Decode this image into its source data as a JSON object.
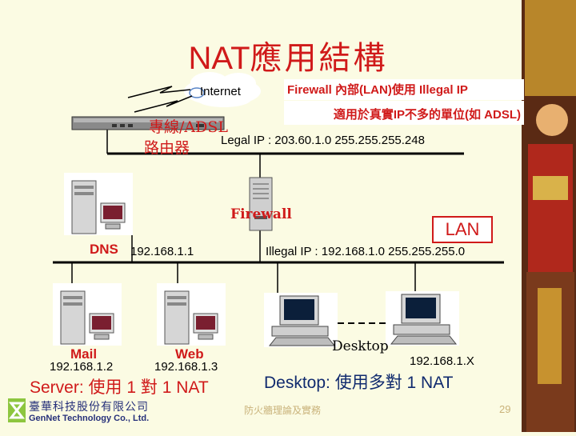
{
  "title": {
    "latin": "NAT",
    "cjk": "應用結構"
  },
  "internet_label": "Internet",
  "firewall_box": {
    "title": "Firewall 內部(LAN)使用 Illegal IP",
    "note": "適用於真實IP不多的單位(如 ADSL)"
  },
  "router_caption": {
    "line1": "專線/ADSL",
    "line2": "路由器"
  },
  "legal_ip": "Legal IP : 203.60.1.0 255.255.255.248",
  "firewall_label": "Firewall",
  "lan_label": "LAN",
  "dns": {
    "label": "DNS",
    "ip": "192.168.1.1"
  },
  "illegal_ip": "Illegal IP : 192.168.1.0 255.255.255.0",
  "mail": {
    "label": "Mail",
    "ip": "192.168.1.2"
  },
  "web": {
    "label": "Web",
    "ip": "192.168.1.3"
  },
  "desktop": {
    "label": "Desktop",
    "ip": "192.168.1.X"
  },
  "server_caption": "Server: 使用 1 對 1 NAT",
  "desktop_caption": "Desktop: 使用多對 1 NAT",
  "company": {
    "name_zh": "臺華科技股份有限公司",
    "name_en": "GenNet Technology Co., Ltd."
  },
  "footer_text": "防火牆理論及實務",
  "page_number": "29",
  "colors": {
    "background": "#fbfbe3",
    "accent_red": "#d01a1a",
    "navy": "#102a6e"
  }
}
